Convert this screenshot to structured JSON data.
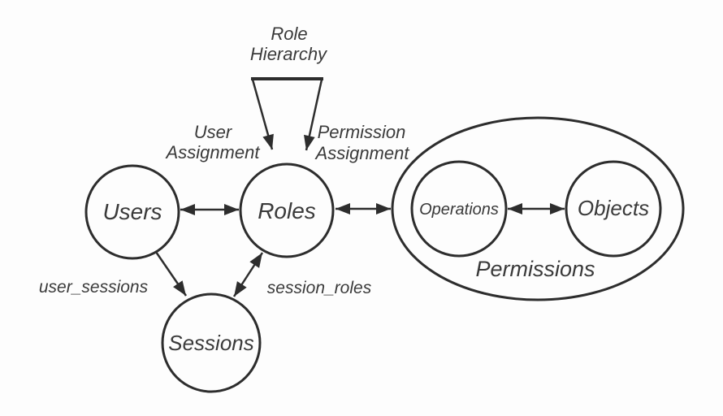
{
  "diagram": {
    "type": "rbac-model",
    "colors": {
      "background": "#fdfdfd",
      "stroke": "#2d2d2d",
      "text": "#3a3a3a"
    },
    "nodes": {
      "users": {
        "label": "Users"
      },
      "roles": {
        "label": "Roles"
      },
      "sessions": {
        "label": "Sessions"
      },
      "operations": {
        "label": "Operations"
      },
      "objects": {
        "label": "Objects"
      }
    },
    "groups": {
      "permissions": {
        "label": "Permissions"
      }
    },
    "annotations": {
      "role_hierarchy": {
        "line1": "Role",
        "line2": "Hierarchy"
      },
      "user_assignment": {
        "line1": "User",
        "line2": "Assignment"
      },
      "permission_assignment": {
        "line1": "Permission",
        "line2": "Assignment"
      },
      "user_sessions": {
        "label": "user_sessions"
      },
      "session_roles": {
        "label": "session_roles"
      }
    },
    "relations": [
      {
        "from": "users",
        "to": "roles",
        "style": "double-arrow"
      },
      {
        "from": "roles",
        "to": "permissions",
        "style": "double-arrow"
      },
      {
        "from": "operations",
        "to": "objects",
        "style": "double-arrow"
      },
      {
        "from": "users",
        "to": "sessions",
        "style": "single-arrow"
      },
      {
        "from": "sessions",
        "to": "roles",
        "style": "double-arrow"
      },
      {
        "from": "roles",
        "to": "roles",
        "style": "hierarchy-funnel"
      }
    ]
  }
}
